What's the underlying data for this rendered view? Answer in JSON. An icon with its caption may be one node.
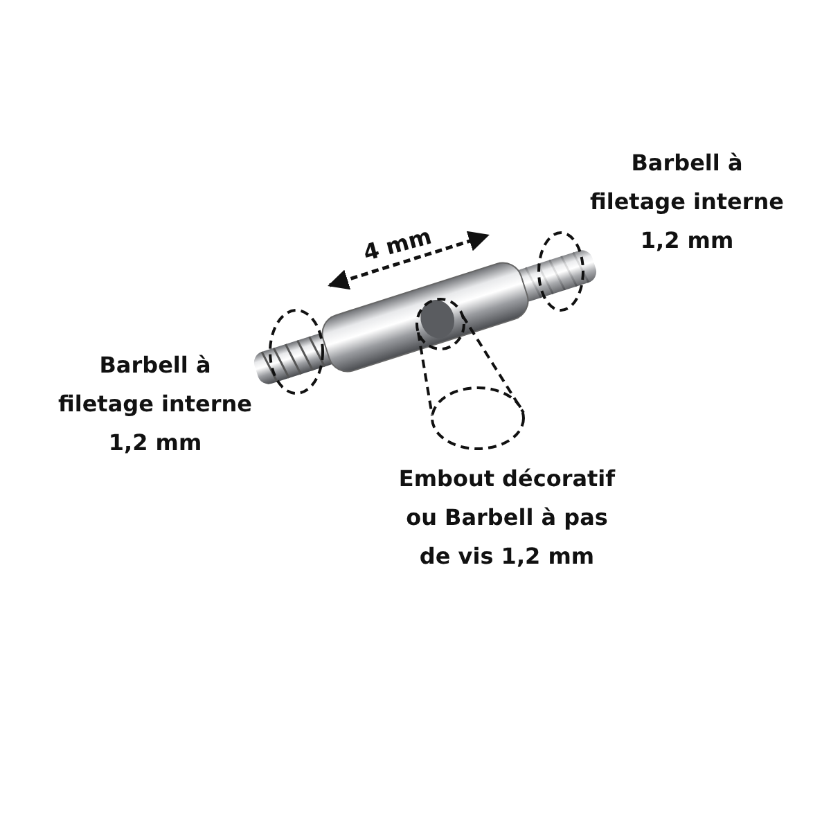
{
  "diagram": {
    "labels": [
      "Barbell à filetage interne 1,2 mm",
      "4 mm",
      "Barbell à filetage interne 1,2 mm",
      "Embout décoratif ou Barbell à pas de vis 1,2 mm"
    ]
  }
}
